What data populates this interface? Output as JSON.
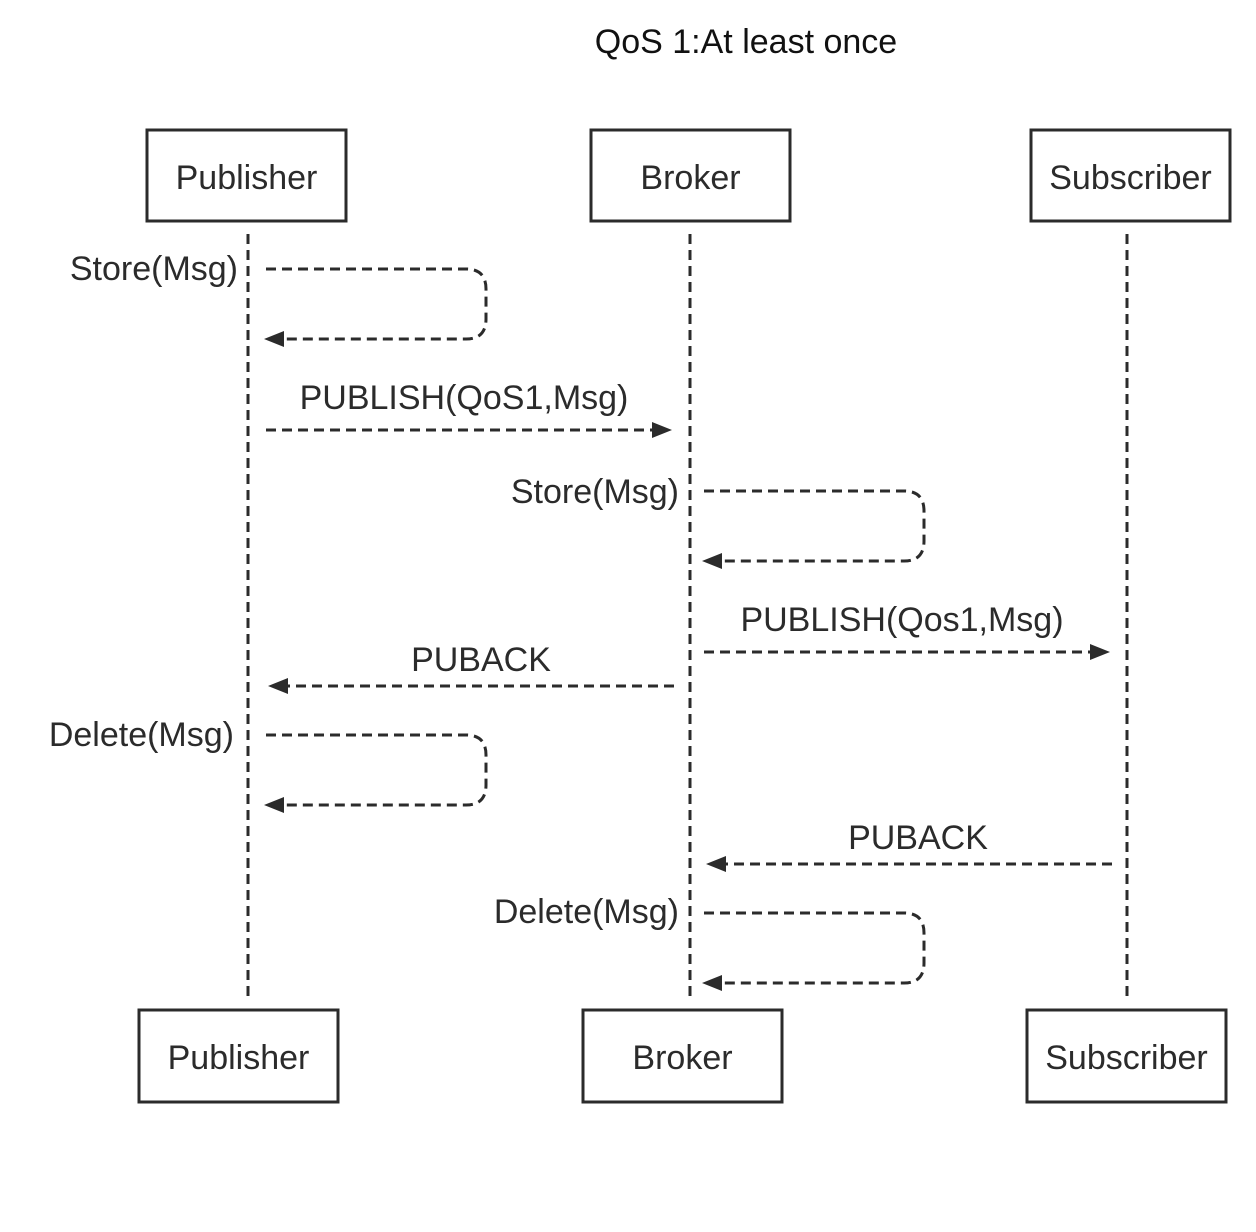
{
  "title": "QoS 1:At least once",
  "participants": {
    "publisher": "Publisher",
    "broker": "Broker",
    "subscriber": "Subscriber"
  },
  "messages": {
    "publisher_store": "Store(Msg)",
    "publish_to_broker": "PUBLISH(QoS1,Msg)",
    "broker_store": "Store(Msg)",
    "publish_to_subscriber": "PUBLISH(Qos1,Msg)",
    "puback_to_publisher": "PUBACK",
    "publisher_delete": "Delete(Msg)",
    "puback_to_broker": "PUBACK",
    "broker_delete": "Delete(Msg)"
  },
  "colors": {
    "stroke": "#2b2b2b",
    "background": "#ffffff"
  }
}
